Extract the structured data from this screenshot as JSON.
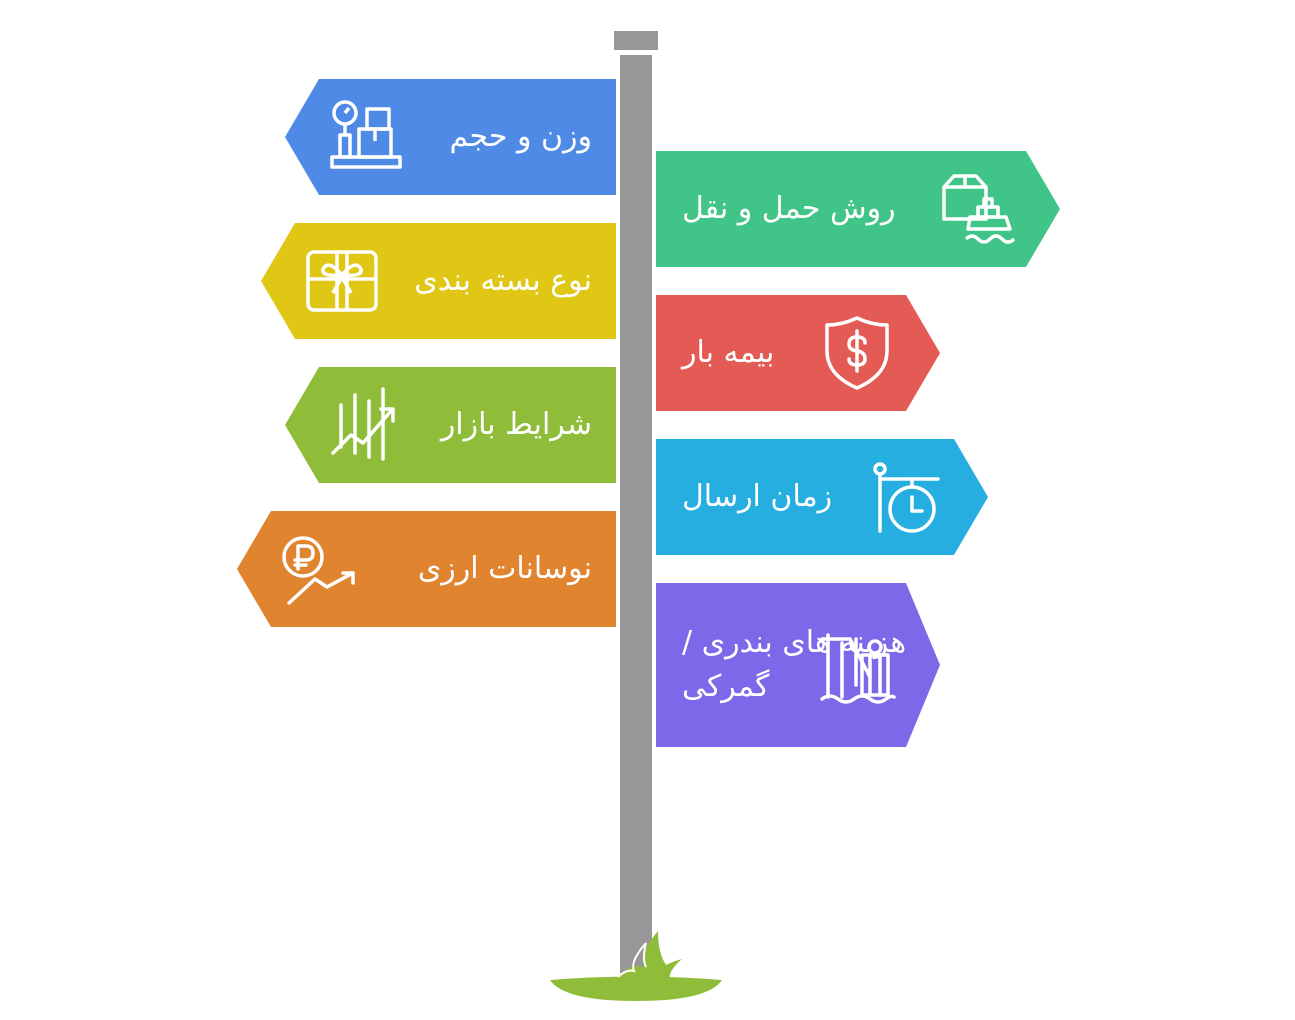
{
  "signs": {
    "weight": {
      "label": "وزن و حجم",
      "icon": "scale-boxes-icon",
      "color": "#4f8be6"
    },
    "transport": {
      "label": "روش حمل و نقل",
      "icon": "box-ship-icon",
      "color": "#41c487"
    },
    "packaging": {
      "label": "نوع بسته بندی",
      "icon": "gift-box-icon",
      "color": "#e0c715"
    },
    "insurance": {
      "label": "بیمه بار",
      "icon": "shield-dollar-icon",
      "color": "#e45a55"
    },
    "market": {
      "label": "شرایط بازار",
      "icon": "stock-chart-icon",
      "color": "#8fbd3a"
    },
    "time": {
      "label": "زمان ارسال",
      "icon": "clock-sign-icon",
      "color": "#27aee0"
    },
    "currency": {
      "label": "نوسانات ارزی",
      "icon": "ruble-trend-icon",
      "color": "#e08430"
    },
    "port": {
      "label_line1": "هزینه های بندری /",
      "label_line2": "گمرکی",
      "icon": "port-crane-icon",
      "color": "#7e67e8"
    }
  },
  "pole_color": "#979797",
  "grass_color": "#8fbd3a"
}
